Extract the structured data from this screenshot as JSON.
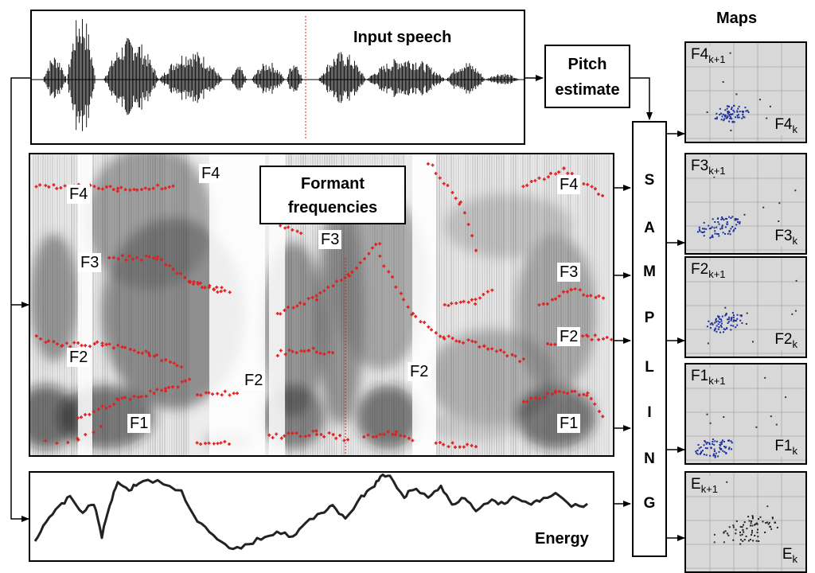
{
  "input_title": "Input speech",
  "pitch_label_line1": "Pitch",
  "pitch_label_line2": "estimate",
  "formant_title_line1": "Formant",
  "formant_title_line2": "frequencies",
  "energy_title": "Energy",
  "maps_title": "Maps",
  "sampling_letters": [
    "S",
    "A",
    "M",
    "P",
    "L",
    "I",
    "N",
    "G"
  ],
  "spectro_labels": {
    "left_f4": "F4",
    "left_f3": "F3",
    "left_f2": "F2",
    "left_f1": "F1",
    "mid_f4": "F4",
    "mid_f2_a": "F2",
    "mid_f3": "F3",
    "mid_f2_b": "F2",
    "right_f4": "F4",
    "right_f3": "F3",
    "right_f2": "F2",
    "right_f1": "F1"
  },
  "maps": [
    {
      "base": "F4",
      "sub_top": "k+1",
      "sub_bottom": "k"
    },
    {
      "base": "F3",
      "sub_top": "k+1",
      "sub_bottom": "k"
    },
    {
      "base": "F2",
      "sub_top": "k+1",
      "sub_bottom": "k"
    },
    {
      "base": "F1",
      "sub_top": "k+1",
      "sub_bottom": "k"
    },
    {
      "base": "E",
      "sub_top": "k+1",
      "sub_bottom": "k"
    }
  ],
  "colors": {
    "formant_track": "#e02020",
    "map_points": "#1a2fa0",
    "map_bg": "#d8d8d8"
  }
}
